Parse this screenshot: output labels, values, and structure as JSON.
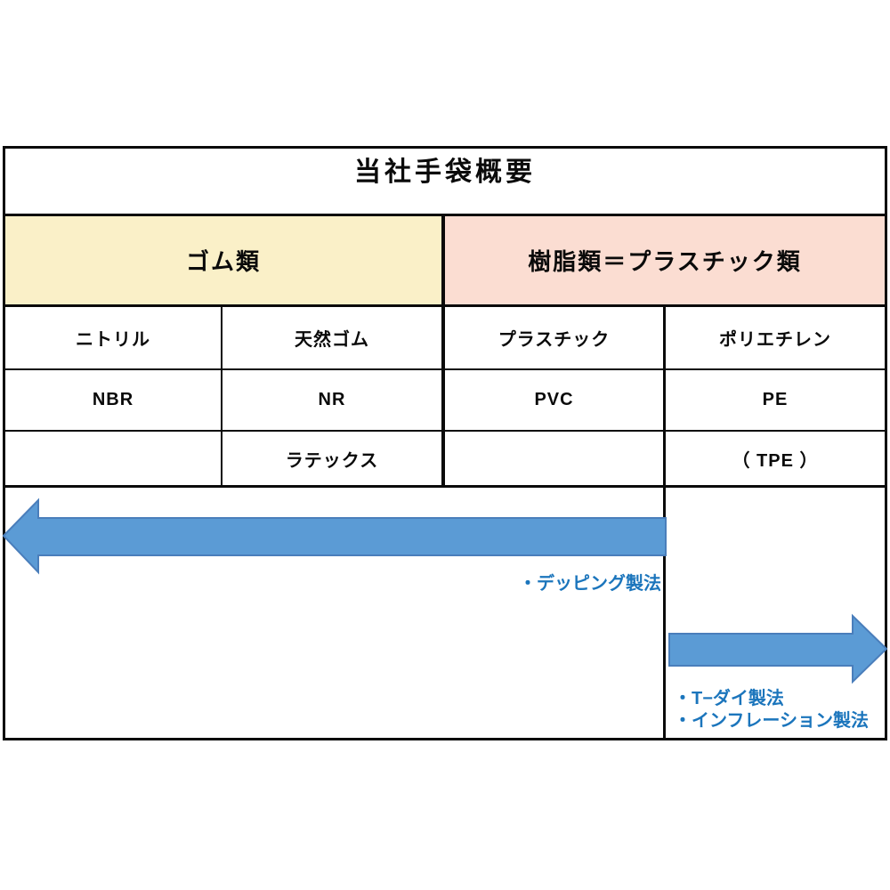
{
  "title": "当社手袋概要",
  "category_headers": {
    "rubber": "ゴム類",
    "plastic": "樹脂類＝プラスチック類"
  },
  "materials": {
    "names": [
      "ニトリル",
      "天然ゴム",
      "プラスチック",
      "ポリエチレン"
    ],
    "codes": [
      "NBR",
      "NR",
      "PVC",
      "PE"
    ],
    "extras": [
      "",
      "ラテックス",
      "",
      "（ TPE ）"
    ]
  },
  "methods": {
    "dipping": "・デッピング製法",
    "t_die": "・T−ダイ製法",
    "inflation": "・インフレーション製法"
  },
  "colors": {
    "rubber_header_bg": "#FAF0C8",
    "plastic_header_bg": "#FBDDD2",
    "arrow_fill": "#5B9BD5",
    "arrow_stroke": "#4A7EBB",
    "method_text_blue": "#1B75BC",
    "table_border": "#0A0A0A"
  }
}
